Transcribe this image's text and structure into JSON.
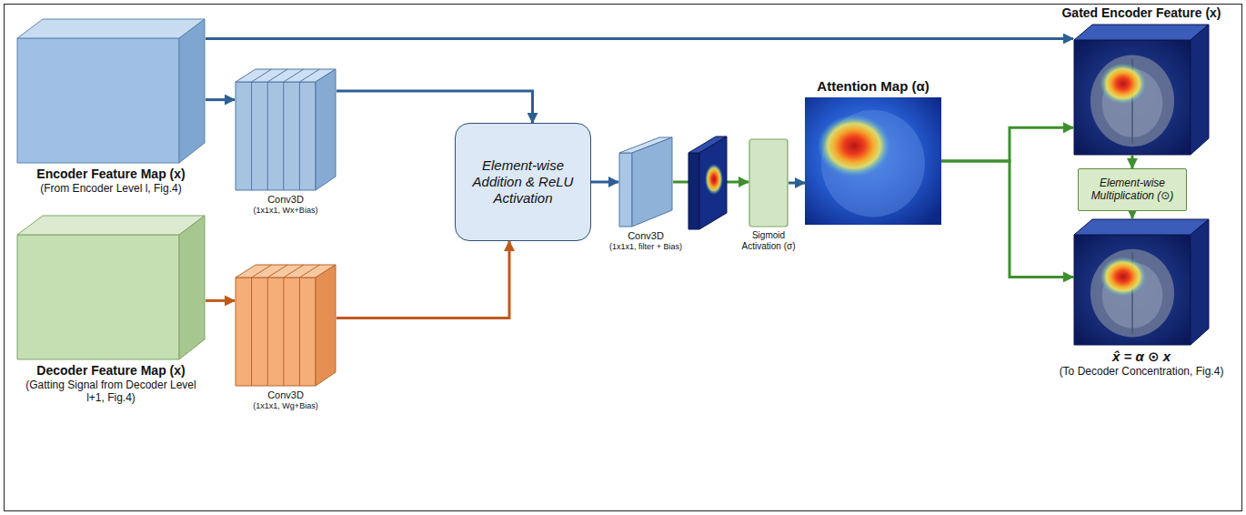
{
  "diagram": {
    "nodes": [
      {
        "text": [
          "Encoder Feature Map (x)",
          "(From Encoder Level l, Fig.4)"
        ]
      },
      {
        "text": [
          "Decoder Feature Map (x)",
          "(Gatting Signal from Decoder Level l+1, Fig.4)"
        ]
      },
      {
        "text": [
          "Conv3D",
          "(1x1x1, Wx+Bias)"
        ]
      },
      {
        "text": [
          "Conv3D",
          "(1x1x1, Wg+Bias)"
        ]
      },
      {
        "text": [
          "Element-wise Addition & ReLU Activation"
        ]
      },
      {
        "text": [
          "Conv3D",
          "(1x1x1, filter + Bias)"
        ]
      },
      {
        "text": [
          "Sigmoid Activation (σ)"
        ]
      },
      {
        "text": [
          "Attention Map (α)"
        ]
      },
      {
        "text": [
          "Gated Encoder Feature (x)"
        ]
      },
      {
        "text": [
          "Element-wise Multiplication (⊙)"
        ]
      },
      {
        "text": [
          "x̂ = α ⊙ x",
          "(To Decoder Concentration, Fig.4)"
        ]
      }
    ],
    "edges": [
      {
        "from": 0,
        "to": 8,
        "arrow": "to"
      },
      {
        "from": 0,
        "to": 2,
        "arrow": "to"
      },
      {
        "from": 2,
        "to": 4,
        "arrow": "to"
      },
      {
        "from": 1,
        "to": 3,
        "arrow": "to"
      },
      {
        "from": 3,
        "to": 4,
        "arrow": "to"
      },
      {
        "from": 4,
        "to": 5,
        "arrow": "to"
      },
      {
        "from": 5,
        "to": 6,
        "arrow": "to"
      },
      {
        "from": 6,
        "to": 7,
        "arrow": "to"
      },
      {
        "from": 7,
        "to": 8,
        "arrow": "to"
      },
      {
        "from": 7,
        "to": 10,
        "arrow": "to"
      },
      {
        "from": 8,
        "to": 9,
        "arrow": "to"
      },
      {
        "from": 9,
        "to": 10,
        "arrow": "to"
      }
    ]
  }
}
